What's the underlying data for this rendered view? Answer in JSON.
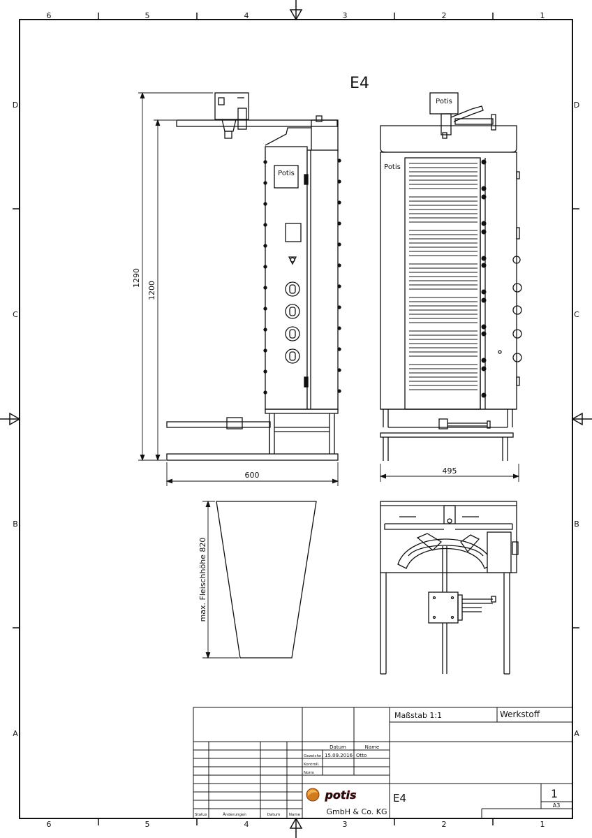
{
  "title": "E4",
  "frame": {
    "columns": [
      "6",
      "5",
      "4",
      "3",
      "2",
      "1"
    ],
    "rows": [
      "D",
      "C",
      "B",
      "A"
    ]
  },
  "labels": {
    "brand_small": "Potis",
    "panel_brand": "Potis",
    "front_brand": "Potis"
  },
  "dimensions": {
    "height_total": "1290",
    "height_inner": "1200",
    "width_side": "600",
    "width_front": "495",
    "meat_height": "max. Fleischhöhe 820"
  },
  "title_block": {
    "scale": "Maßstab 1:1",
    "material": "Werkstoff",
    "date_header": "Datum",
    "name_header": "Name",
    "drawn_label": "Gezeichn.",
    "drawn_date": "15.09.2016",
    "drawn_name": "Otto",
    "checked_label": "Kontroll.",
    "norm_label": "Norm",
    "status_label": "Status",
    "changes_label": "Änderungen",
    "date_label": "Datum",
    "name_label": "Name",
    "company_logo": "potis",
    "company": "GmbH & Co. KG",
    "drawing_name": "E4",
    "sheet_number": "1",
    "format": "A3"
  }
}
